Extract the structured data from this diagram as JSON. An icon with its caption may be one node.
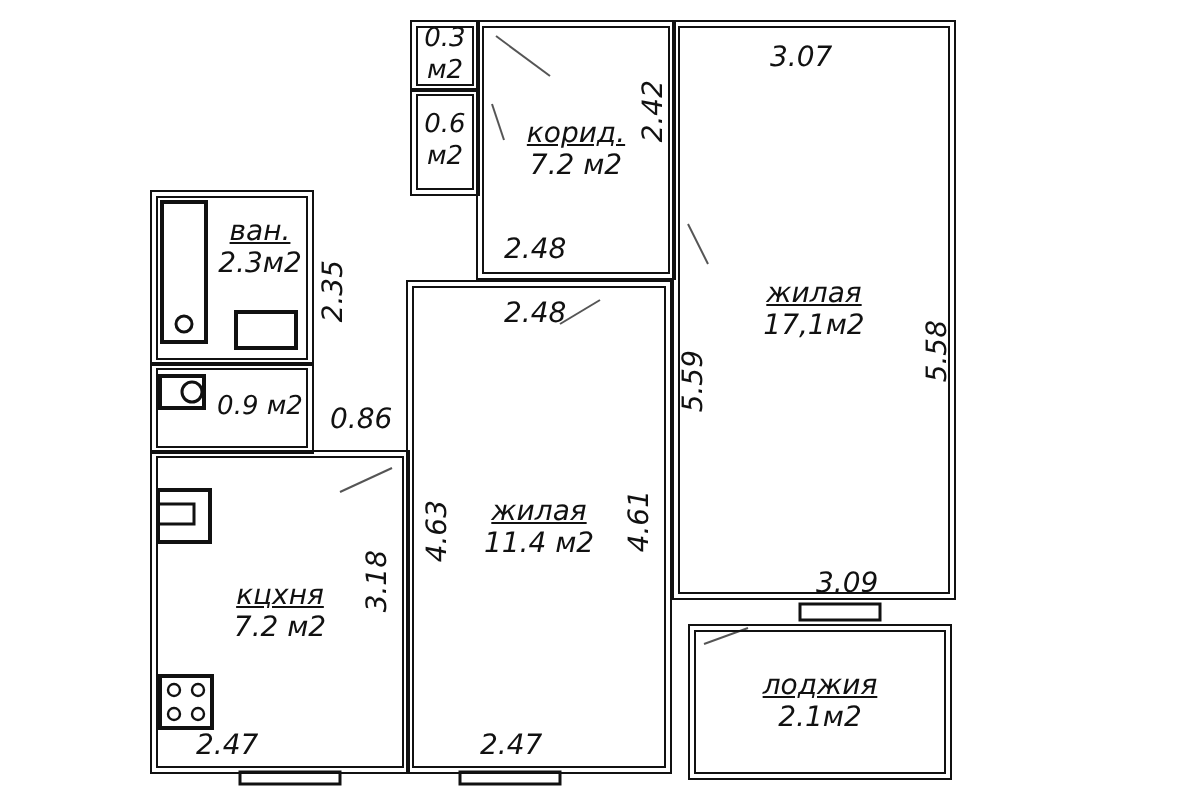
{
  "diagram": {
    "nodes": [
      {
        "text": [
          "0.3 м2"
        ]
      },
      {
        "text": [
          "0.6 м2"
        ]
      },
      {
        "text": [
          "корид.",
          "7.2 м2"
        ]
      },
      {
        "text": [
          "ван.",
          "2.3м2"
        ]
      },
      {
        "text": [
          "жилая",
          "17,1м2"
        ]
      },
      {
        "text": [
          "0.9 м2"
        ]
      },
      {
        "text": [
          "жилая",
          "11.4 м2"
        ]
      },
      {
        "text": [
          "кцхня",
          "7.2 м2"
        ]
      },
      {
        "text": [
          "лоджия",
          "2.1м2"
        ]
      }
    ],
    "labels": [
      "3.07",
      "2.42",
      "2.48",
      "2.48",
      "2.35",
      "5.59",
      "5.58",
      "0.86",
      "4.63",
      "3.18",
      "4.61",
      "3.09",
      "2.47",
      "2.47"
    ]
  }
}
